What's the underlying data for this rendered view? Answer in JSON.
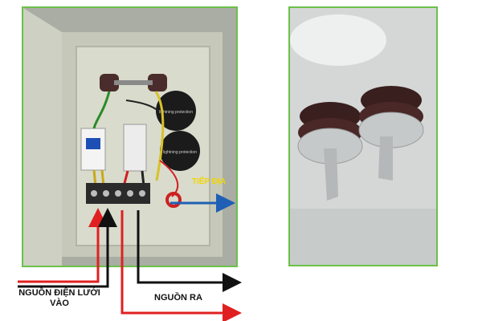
{
  "labels": {
    "input_power": "NGUỒN ĐIỆN LƯỚI VÀO",
    "output_power": "NGUỒN RA",
    "ground": "TIẾP ĐỊA"
  },
  "device_text": {
    "surge_module_1": "lightning protection",
    "surge_module_2": "lightning protection"
  },
  "colors": {
    "frame_border": "#6cc04a",
    "live_wire": "#e02020",
    "neutral_wire": "#111111",
    "ground_arrow": "#1f5fb5",
    "ground_label": "#f2d500",
    "cabinet": "#d2d4c4"
  }
}
